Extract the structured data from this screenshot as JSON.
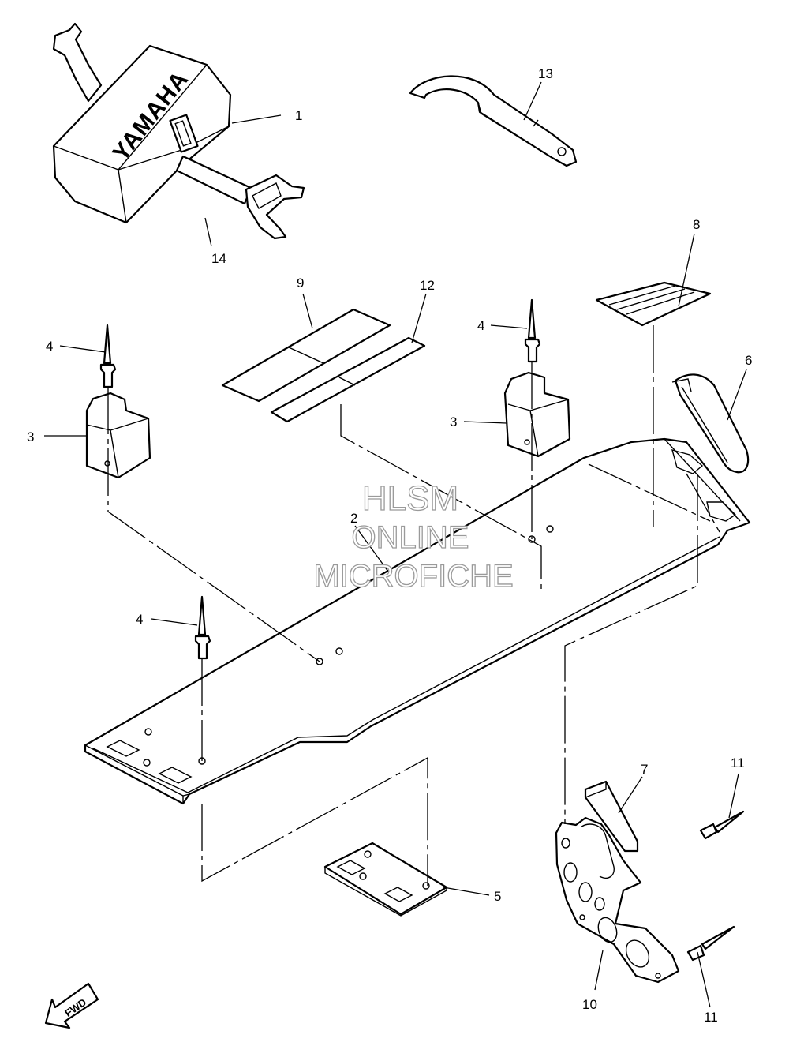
{
  "diagram": {
    "brand_text": "YAMAHA",
    "direction_label": "FWD",
    "watermark": {
      "line1": "HLSM",
      "line2": "ONLINE",
      "line3": "MICROFICHE"
    },
    "callouts": {
      "c1": "1",
      "c2": "2",
      "c3a": "3",
      "c3b": "3",
      "c4a": "4",
      "c4b": "4",
      "c4c": "4",
      "c5": "5",
      "c6": "6",
      "c7": "7",
      "c8": "8",
      "c9": "9",
      "c10": "10",
      "c11a": "11",
      "c11b": "11",
      "c12": "12",
      "c13": "13",
      "c14": "14"
    }
  }
}
